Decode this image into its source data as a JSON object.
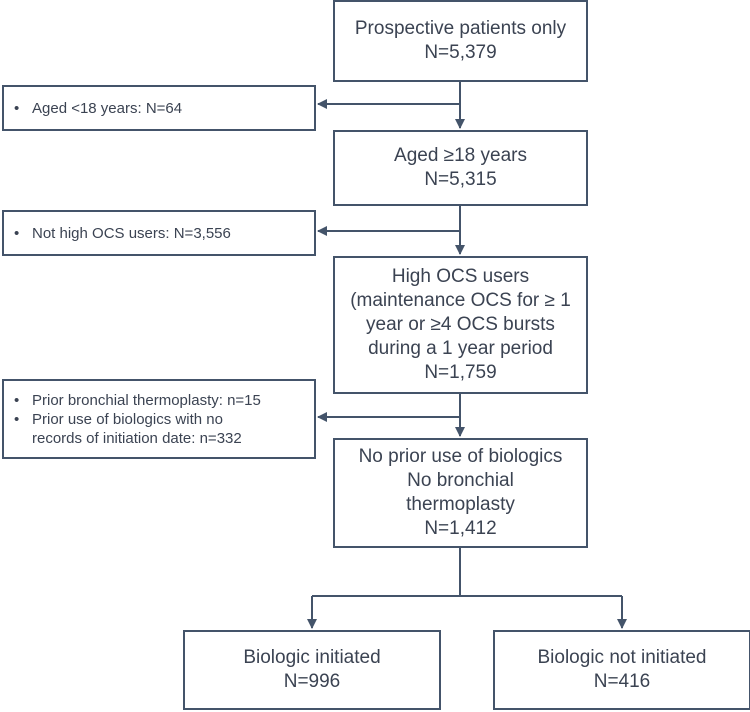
{
  "main_boxes": {
    "prospective": {
      "lines": [
        "Prospective patients only",
        "N=5,379"
      ]
    },
    "aged": {
      "lines": [
        "Aged ≥18 years",
        "N=5,315"
      ]
    },
    "high_ocs": {
      "lines": [
        "High OCS users",
        "(maintenance OCS for ≥ 1",
        "year or ≥4 OCS bursts",
        "during a 1 year period",
        "N=1,759"
      ]
    },
    "no_prior": {
      "lines": [
        "No prior use of biologics",
        "No bronchial",
        "thermoplasty",
        "N=1,412"
      ]
    },
    "initiated": {
      "lines": [
        "Biologic initiated",
        "N=996"
      ]
    },
    "not_initiated": {
      "lines": [
        "Biologic not initiated",
        "N=416"
      ]
    }
  },
  "exclusions": {
    "age": {
      "items": [
        "Aged <18 years: N=64"
      ]
    },
    "ocs": {
      "items": [
        "Not high OCS users: N=3,556"
      ]
    },
    "prior": {
      "items": [
        "Prior bronchial thermoplasty: n=15",
        "Prior use of biologics with no",
        "records of initiation date: n=332"
      ]
    }
  }
}
